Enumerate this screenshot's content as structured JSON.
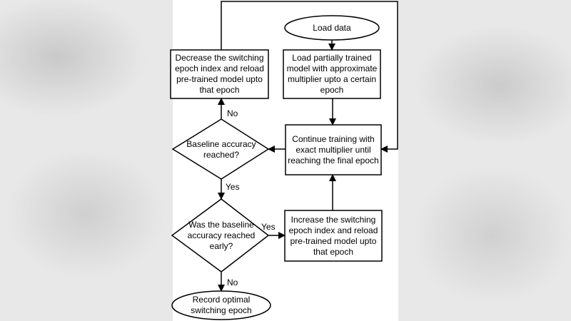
{
  "nodes": {
    "load_data": "Load data",
    "load_partial": "Load partially trained model with approximate multiplier upto a certain epoch",
    "continue_training": "Continue training with exact multiplier until reaching the final epoch",
    "decrease_index": "Decrease the switching epoch index and reload pre-trained model upto that epoch",
    "baseline_reached": "Baseline accuracy reached?",
    "reached_early": "Was the baseline accuracy reached early?",
    "increase_index": "Increase the switching epoch index and reload pre-trained model upto that epoch",
    "record_optimal": "Record optimal switching epoch"
  },
  "edge_labels": {
    "no_top": "No",
    "yes_mid": "Yes",
    "yes_right": "Yes",
    "no_bottom": "No"
  }
}
